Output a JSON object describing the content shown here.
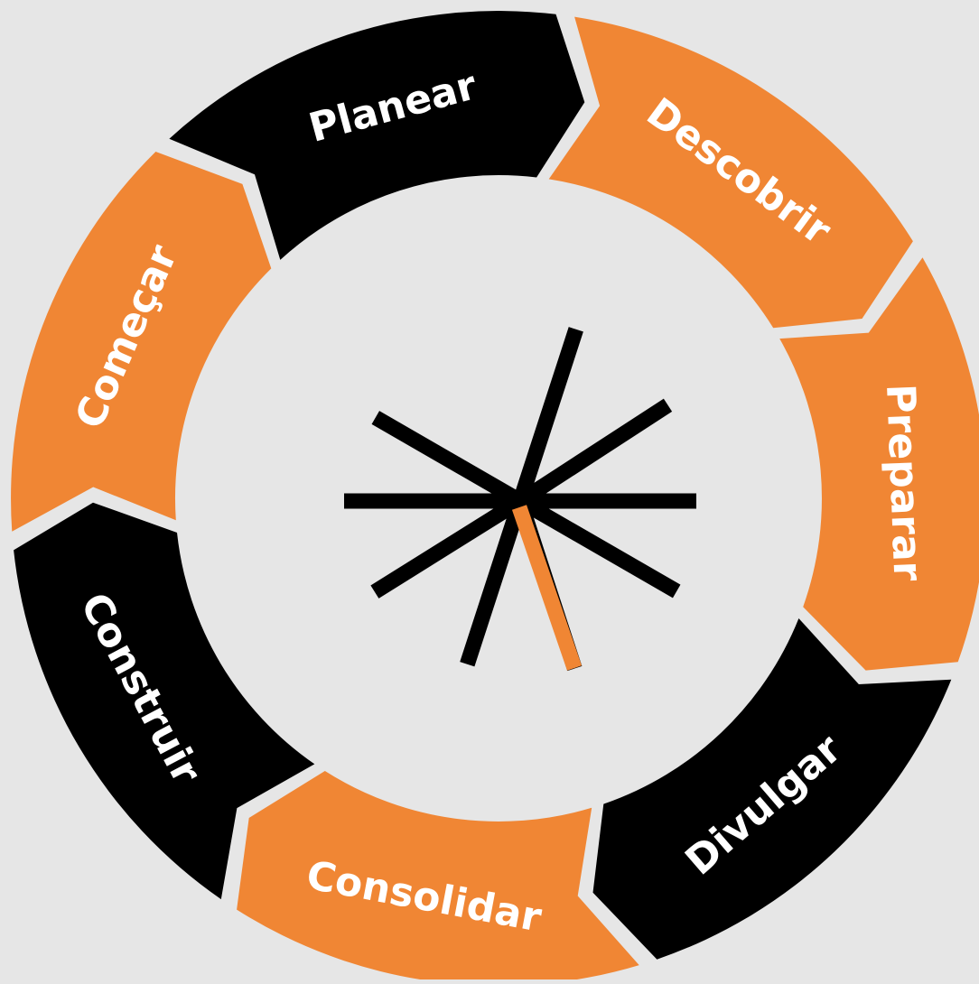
{
  "colors": {
    "background": "#e6e6e6",
    "orange": "#f08634",
    "black": "#000000",
    "label": "#ffffff"
  },
  "center_icon": "asterisk-clock-icon",
  "stages": [
    {
      "label": "Começar",
      "color": "orange"
    },
    {
      "label": "Planear",
      "color": "black"
    },
    {
      "label": "Descobrir",
      "color": "orange"
    },
    {
      "label": "Preparar",
      "color": "orange"
    },
    {
      "label": "Divulgar",
      "color": "black"
    },
    {
      "label": "Consolidar",
      "color": "orange"
    },
    {
      "label": "Construir",
      "color": "black"
    }
  ]
}
